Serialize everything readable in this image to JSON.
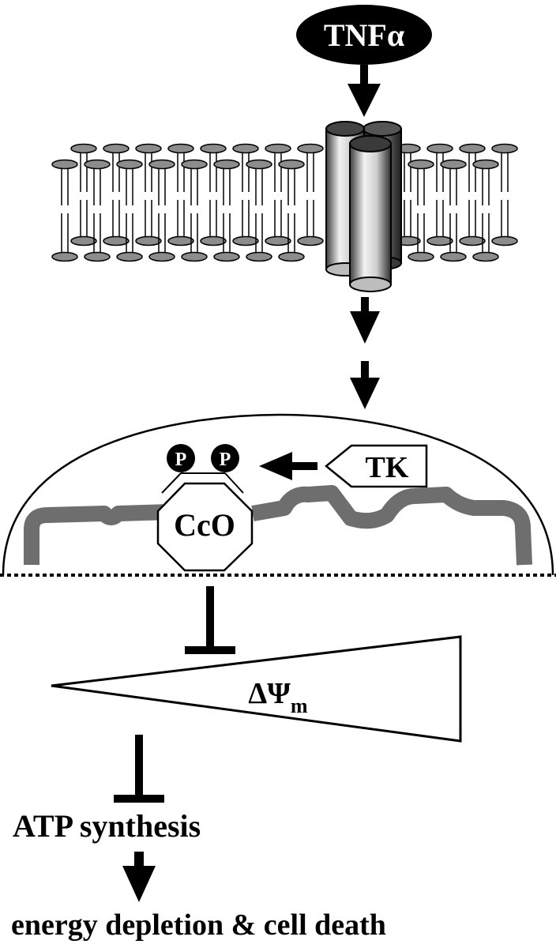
{
  "ligand": {
    "label": "TNFα"
  },
  "kinase": {
    "label": "TK"
  },
  "enzyme": {
    "label": "CcO",
    "phospho_label": "P"
  },
  "membrane_potential": {
    "symbol": "ΔΨ",
    "subscript": "m"
  },
  "outputs": {
    "atp": "ATP synthesis",
    "outcome": "energy depletion & cell death"
  },
  "colors": {
    "ink": "#000000",
    "lipid_head": "#8c8c8c",
    "inner_membrane": "#6e6e6e"
  }
}
